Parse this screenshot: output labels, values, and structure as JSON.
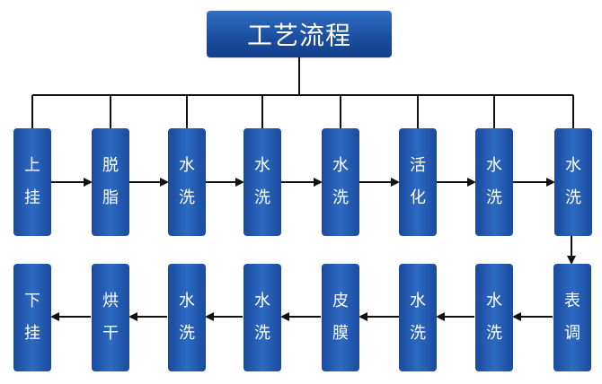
{
  "title": "工艺流程",
  "row1": [
    {
      "c1": "上",
      "c2": "挂"
    },
    {
      "c1": "脱",
      "c2": "脂"
    },
    {
      "c1": "水",
      "c2": "洗"
    },
    {
      "c1": "水",
      "c2": "洗"
    },
    {
      "c1": "水",
      "c2": "洗"
    },
    {
      "c1": "活",
      "c2": "化"
    },
    {
      "c1": "水",
      "c2": "洗"
    },
    {
      "c1": "水",
      "c2": "洗"
    }
  ],
  "row2": [
    {
      "c1": "下",
      "c2": "挂"
    },
    {
      "c1": "烘",
      "c2": "干"
    },
    {
      "c1": "水",
      "c2": "洗"
    },
    {
      "c1": "水",
      "c2": "洗"
    },
    {
      "c1": "皮",
      "c2": "膜"
    },
    {
      "c1": "水",
      "c2": "洗"
    },
    {
      "c1": "水",
      "c2": "洗"
    },
    {
      "c1": "表",
      "c2": "调"
    }
  ],
  "colors": {
    "box_dark": "#1a4a9d",
    "box_light": "#2d6ac2",
    "line": "#111111",
    "text": "#ffffff"
  }
}
